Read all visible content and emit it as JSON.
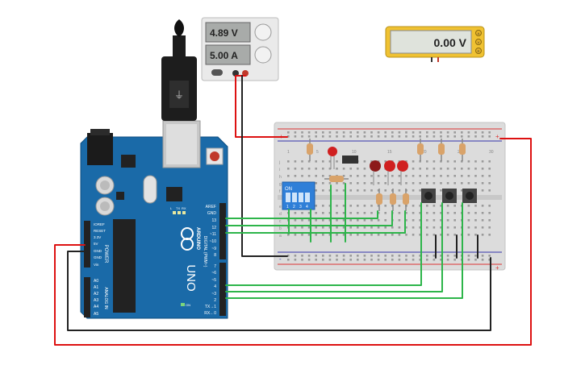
{
  "power_supply": {
    "voltage": "4.89 V",
    "current": "5.00 A"
  },
  "multimeter": {
    "reading": "0.00 V",
    "modes": [
      "A",
      "V",
      "R"
    ]
  },
  "dip_switch": {
    "label": "ON",
    "numbers": [
      "1",
      "2",
      "3",
      "4"
    ]
  },
  "arduino": {
    "brand": "ARDUINO",
    "model": "UNO",
    "reset": "RESET",
    "power_section": "POWER",
    "analog_section": "ANALOG IN",
    "digital_section": "DIGITAL (PWM~)",
    "power_pins": [
      "IOREF",
      "RESET",
      "3.3V",
      "5V",
      "GND",
      "GND",
      "Vin"
    ],
    "analog_pins": [
      "A0",
      "A1",
      "A2",
      "A3",
      "A4",
      "A5"
    ],
    "top_pins": [
      "AREF",
      "GND",
      "13",
      "12",
      "~11",
      "~10",
      "~9",
      "8"
    ],
    "bottom_pins": [
      "7",
      "~6",
      "~5",
      "4",
      "~3",
      "2",
      "TX→1",
      "RX←0"
    ],
    "led_labels": [
      "L",
      "TX",
      "RX",
      "ON"
    ]
  },
  "breadboard": {
    "row_letters_top": [
      "j",
      "i",
      "h",
      "g",
      "f"
    ],
    "row_letters_bottom": [
      "e",
      "d",
      "c",
      "b",
      "a"
    ],
    "column_numbers": [
      "1",
      "5",
      "10",
      "15",
      "20",
      "25",
      "30"
    ]
  }
}
